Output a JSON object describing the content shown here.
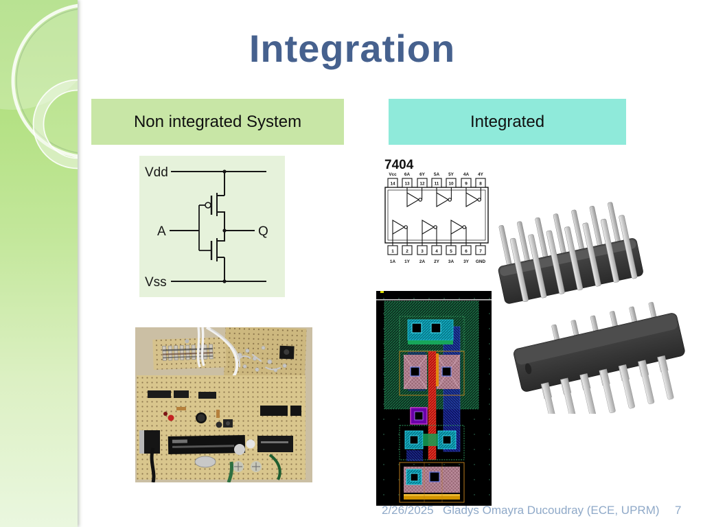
{
  "slide": {
    "title": "Integration",
    "footer": {
      "date": "2/26/2025",
      "author": "Gladys Omayra Ducoudray (ECE, UPRM)",
      "page_number": "7"
    }
  },
  "comparison": {
    "left_label": "Non integrated System",
    "right_label": "Integrated"
  },
  "inverter_schematic": {
    "vdd": "Vdd",
    "input": "A",
    "output": "Q",
    "vss": "Vss"
  },
  "ic_pinout": {
    "part_number": "7404",
    "top_pins": [
      {
        "number": "14",
        "name": "Vcc"
      },
      {
        "number": "13",
        "name": "6A"
      },
      {
        "number": "12",
        "name": "6Y"
      },
      {
        "number": "11",
        "name": "5A"
      },
      {
        "number": "10",
        "name": "5Y"
      },
      {
        "number": "9",
        "name": "4A"
      },
      {
        "number": "8",
        "name": "4Y"
      }
    ],
    "bottom_pins": [
      {
        "number": "1",
        "name": "1A"
      },
      {
        "number": "2",
        "name": "1Y"
      },
      {
        "number": "3",
        "name": "2A"
      },
      {
        "number": "4",
        "name": "2Y"
      },
      {
        "number": "5",
        "name": "3A"
      },
      {
        "number": "6",
        "name": "3Y"
      },
      {
        "number": "7",
        "name": "GND"
      }
    ]
  },
  "colors": {
    "title_text": "#46618E",
    "left_box_fill": "#C8E6A6",
    "right_box_fill": "#8FEADA",
    "footer_text": "#8FA9C8",
    "sidebar_green": "#B4E184"
  }
}
